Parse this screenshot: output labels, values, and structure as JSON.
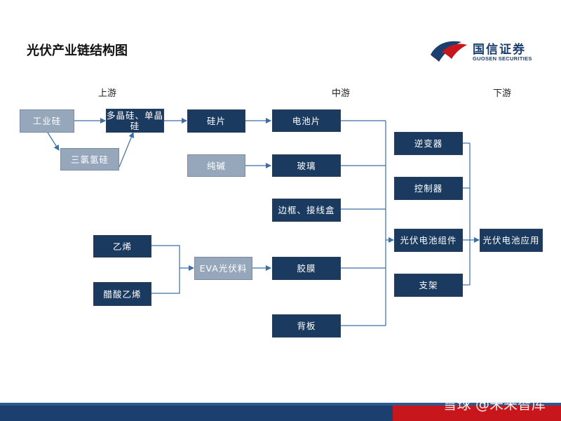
{
  "title": "光伏产业链结构图",
  "logo": {
    "name_cn": "国信证券",
    "name_en": "GUOSEN SECURITIES"
  },
  "stages": {
    "upstream": "上游",
    "midstream": "中游",
    "downstream": "下游"
  },
  "nodes": {
    "industrial_silicon": "工业硅",
    "trichlorosilane": "三氯氢硅",
    "poly_mono_silicon": "多晶硅、单晶硅",
    "silicon_wafer": "硅片",
    "soda_ash": "纯碱",
    "ethylene": "乙烯",
    "vinyl_acetate": "醋酸乙烯",
    "eva": "EVA光伏料",
    "solar_cell": "电池片",
    "glass": "玻璃",
    "frame_junction_box": "边框、接线盒",
    "film": "胶膜",
    "backsheet": "背板",
    "inverter": "逆变器",
    "controller": "控制器",
    "pv_module": "光伏电池组件",
    "bracket": "支架",
    "pv_application": "光伏电池应用"
  },
  "watermark": "雪球 @未来智库",
  "colors": {
    "dark_box": "#1b3a60",
    "light_box": "#96a7bc",
    "arrow": "#3a6ea8",
    "brand_red": "#c8161d"
  }
}
